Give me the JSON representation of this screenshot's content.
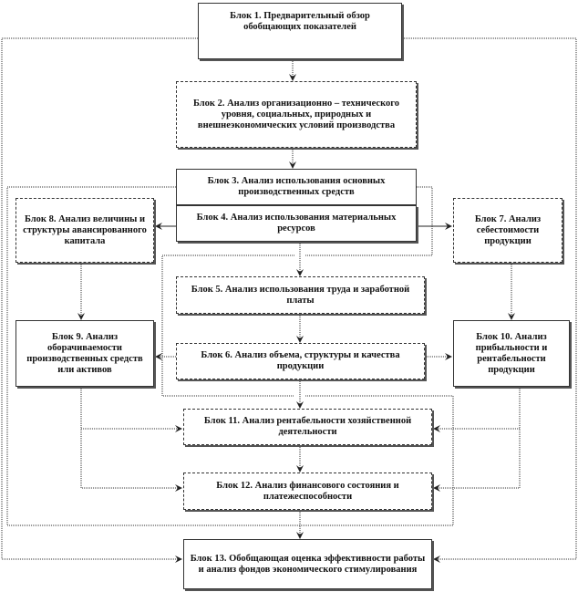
{
  "blocks": {
    "b1": "Блок 1. Предварительный обзор обобщающих показателей",
    "b2": "Блок 2. Анализ организационно – технического уровня, социальных, природных и внешнеэкономических условий производства",
    "b3": "Блок 3. Анализ использования основных производственных средств",
    "b4": "Блок 4. Анализ использования материальных ресурсов",
    "b5": "Блок 5. Анализ использования труда и заработной платы",
    "b6": "Блок 6. Анализ объема, структуры и качества продукции",
    "b7": "Блок 7. Анализ себестоимости продукции",
    "b8": "Блок 8. Анализ величины и структуры авансированного капитала",
    "b9": "Блок 9. Анализ оборачиваемости производственных средств или активов",
    "b10": "Блок 10. Анализ прибыльности и рентабельности продукции",
    "b11": "Блок 11. Анализ рентабельности хозяйственной деятельности",
    "b12": "Блок 12. Анализ финансового состояния и платежеспособности",
    "b13": "Блок 13. Обобщающая оценка эффективности работы и анализ фондов экономического стимулирования"
  }
}
